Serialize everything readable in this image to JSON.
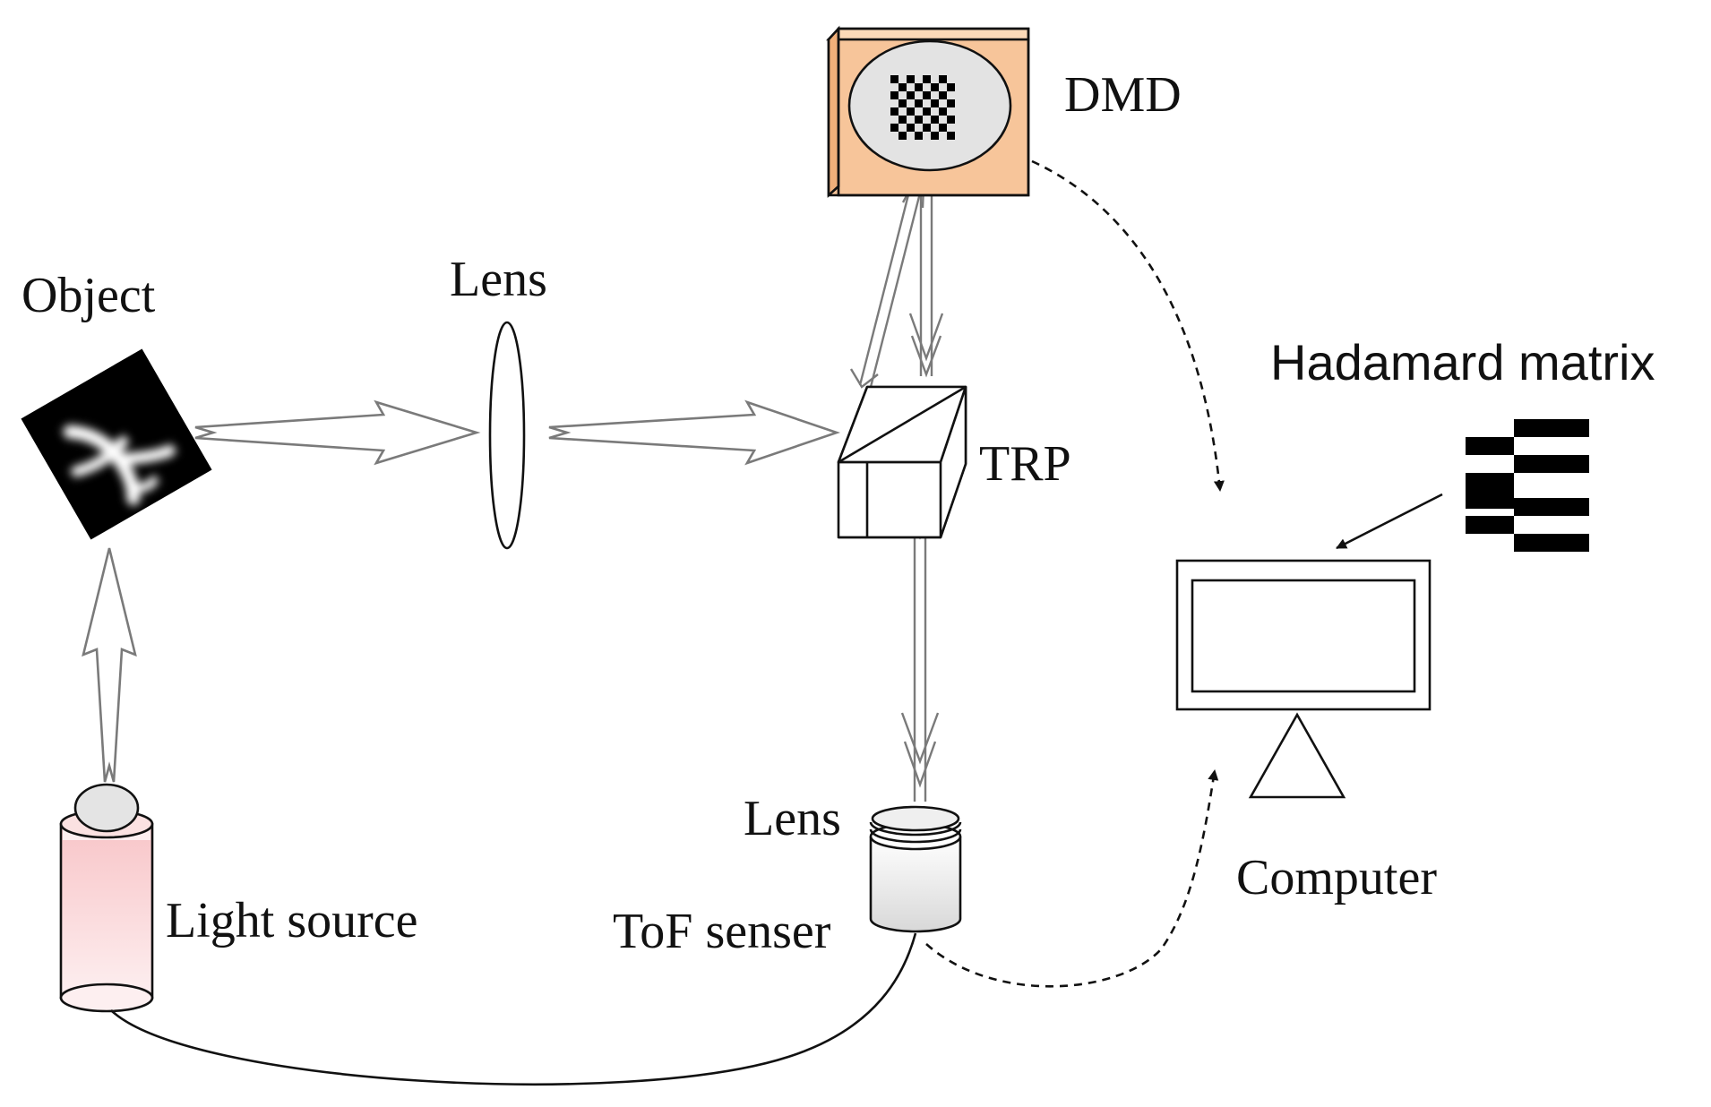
{
  "labels": {
    "object": "Object",
    "lens_top": "Lens",
    "dmd": "DMD",
    "trp": "TRP",
    "hadamard": "Hadamard matrix",
    "lens_bottom": "Lens",
    "light_source": "Light source",
    "tof_sensor": "ToF senser",
    "computer": "Computer"
  },
  "colors": {
    "dmd_frame": "#f7c59a",
    "dmd_face": "#e3e3e3",
    "light_source_top": "#fbe1e1",
    "light_source_body": "#f7c4c4",
    "beam_outline": "#7a7a7a",
    "ink": "#111111"
  },
  "icons": {
    "object": "handwritten-digit-image",
    "dmd_pattern": "checkerboard-pattern",
    "hadamard_pattern": "hadamard-stripes-pattern"
  }
}
